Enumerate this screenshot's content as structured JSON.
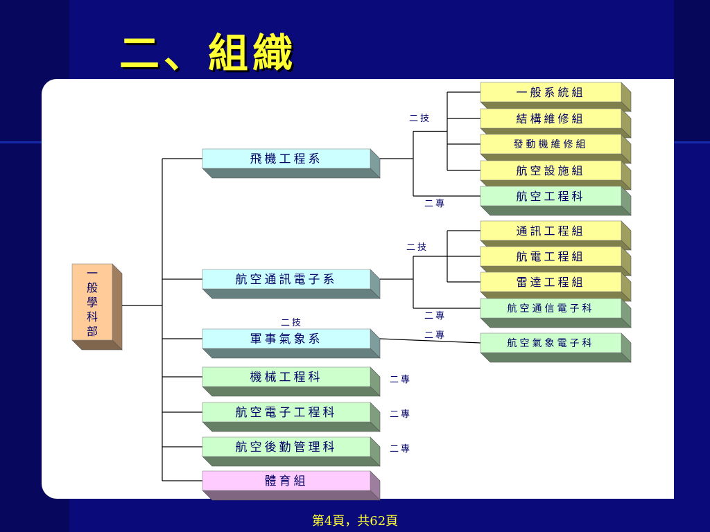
{
  "slide": {
    "title": "二、組織",
    "footer": "第4頁，共62頁"
  },
  "colors": {
    "yellow": "#ffff99",
    "green": "#ccffcc",
    "cyan": "#ccffff",
    "pink": "#ffccff",
    "peach": "#ffcc99",
    "text": "#000066",
    "line": "#000000"
  },
  "org": {
    "root": {
      "label": "一般學科部",
      "color": "peach"
    },
    "departments": [
      {
        "label": "飛機工程系",
        "color": "cyan",
        "groups": [
          {
            "tag": "二技",
            "units": [
              {
                "label": "一般系統組",
                "color": "yellow"
              },
              {
                "label": "結構維修組",
                "color": "yellow"
              },
              {
                "label": "發動機維修組",
                "color": "yellow"
              },
              {
                "label": "航空設施組",
                "color": "yellow"
              }
            ]
          },
          {
            "tag": "二專",
            "units": [
              {
                "label": "航空工程科",
                "color": "green"
              }
            ]
          }
        ]
      },
      {
        "label": "航空通訊電子系",
        "color": "cyan",
        "groups": [
          {
            "tag": "二技",
            "units": [
              {
                "label": "通訊工程組",
                "color": "yellow"
              },
              {
                "label": "航電工程組",
                "color": "yellow"
              },
              {
                "label": "雷達工程組",
                "color": "yellow"
              }
            ]
          },
          {
            "tag": "二專",
            "units": [
              {
                "label": "航空通信電子科",
                "color": "green"
              }
            ]
          }
        ]
      },
      {
        "label": "軍事氣象系",
        "color": "cyan",
        "tag": "二技",
        "groups": [
          {
            "tag": "二專",
            "units": [
              {
                "label": "航空氣象電子科",
                "color": "green"
              }
            ]
          }
        ]
      },
      {
        "label": "機械工程科",
        "color": "green",
        "tag": "二專",
        "groups": []
      },
      {
        "label": "航空電子工程科",
        "color": "green",
        "tag": "二專",
        "groups": []
      },
      {
        "label": "航空後勤管理科",
        "color": "green",
        "tag": "二專",
        "groups": []
      },
      {
        "label": "體育組",
        "color": "pink",
        "groups": []
      }
    ]
  }
}
